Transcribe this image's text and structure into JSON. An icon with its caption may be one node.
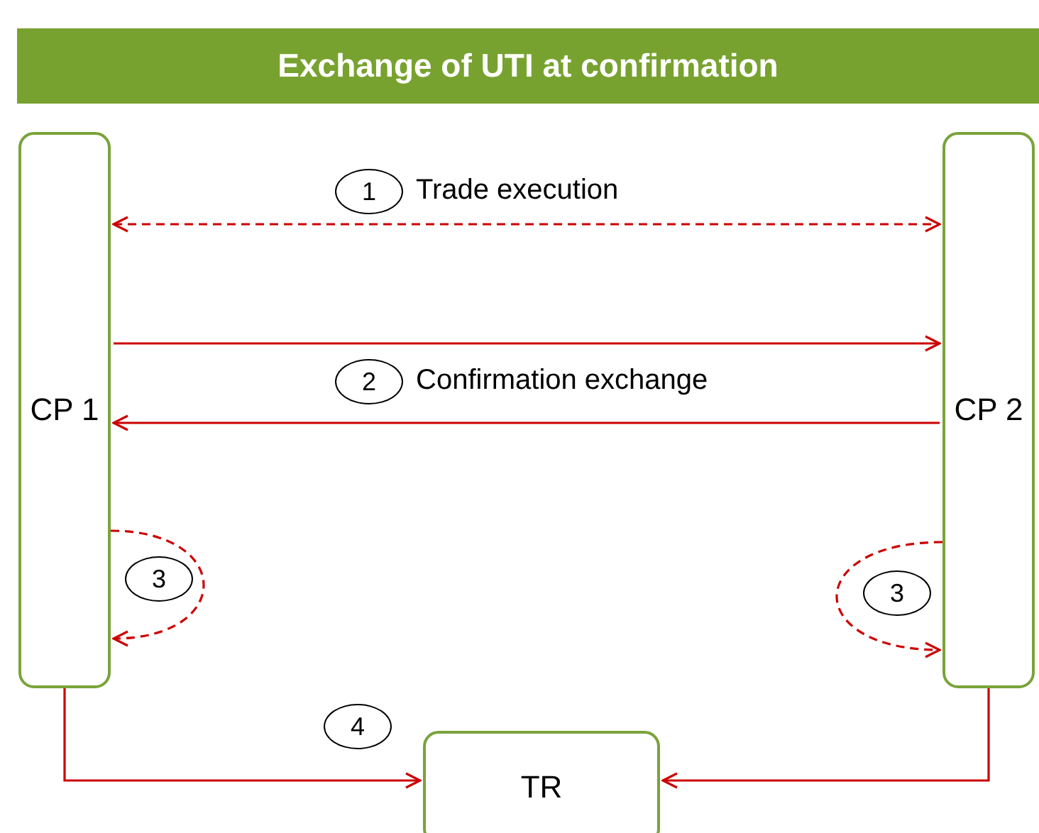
{
  "diagram": {
    "title": "Exchange of UTI at confirmation",
    "nodes": [
      {
        "text": [
          "CP 1"
        ]
      },
      {
        "text": [
          "CP 2"
        ]
      },
      {
        "text": [
          "1"
        ],
        "beside": [
          "Trade execution"
        ]
      },
      {
        "text": [
          "2"
        ],
        "beside": [
          "Confirmation exchange"
        ]
      },
      {
        "text": [
          "3"
        ]
      },
      {
        "text": [
          "3"
        ]
      },
      {
        "text": [
          "4"
        ]
      },
      {
        "text": [
          "TR"
        ]
      }
    ],
    "edges": [
      {
        "from": 0,
        "to": 1,
        "arrow": "both",
        "style": "dashed"
      },
      {
        "from": 0,
        "to": 1,
        "arrow": "to"
      },
      {
        "from": 1,
        "to": 0,
        "arrow": "to"
      },
      {
        "from": 0,
        "to": 0,
        "arrow": "to",
        "style": "dashed"
      },
      {
        "from": 1,
        "to": 1,
        "arrow": "to",
        "style": "dashed"
      },
      {
        "from": 0,
        "to": 7,
        "arrow": "to"
      },
      {
        "from": 1,
        "to": 7,
        "arrow": "to"
      }
    ]
  }
}
